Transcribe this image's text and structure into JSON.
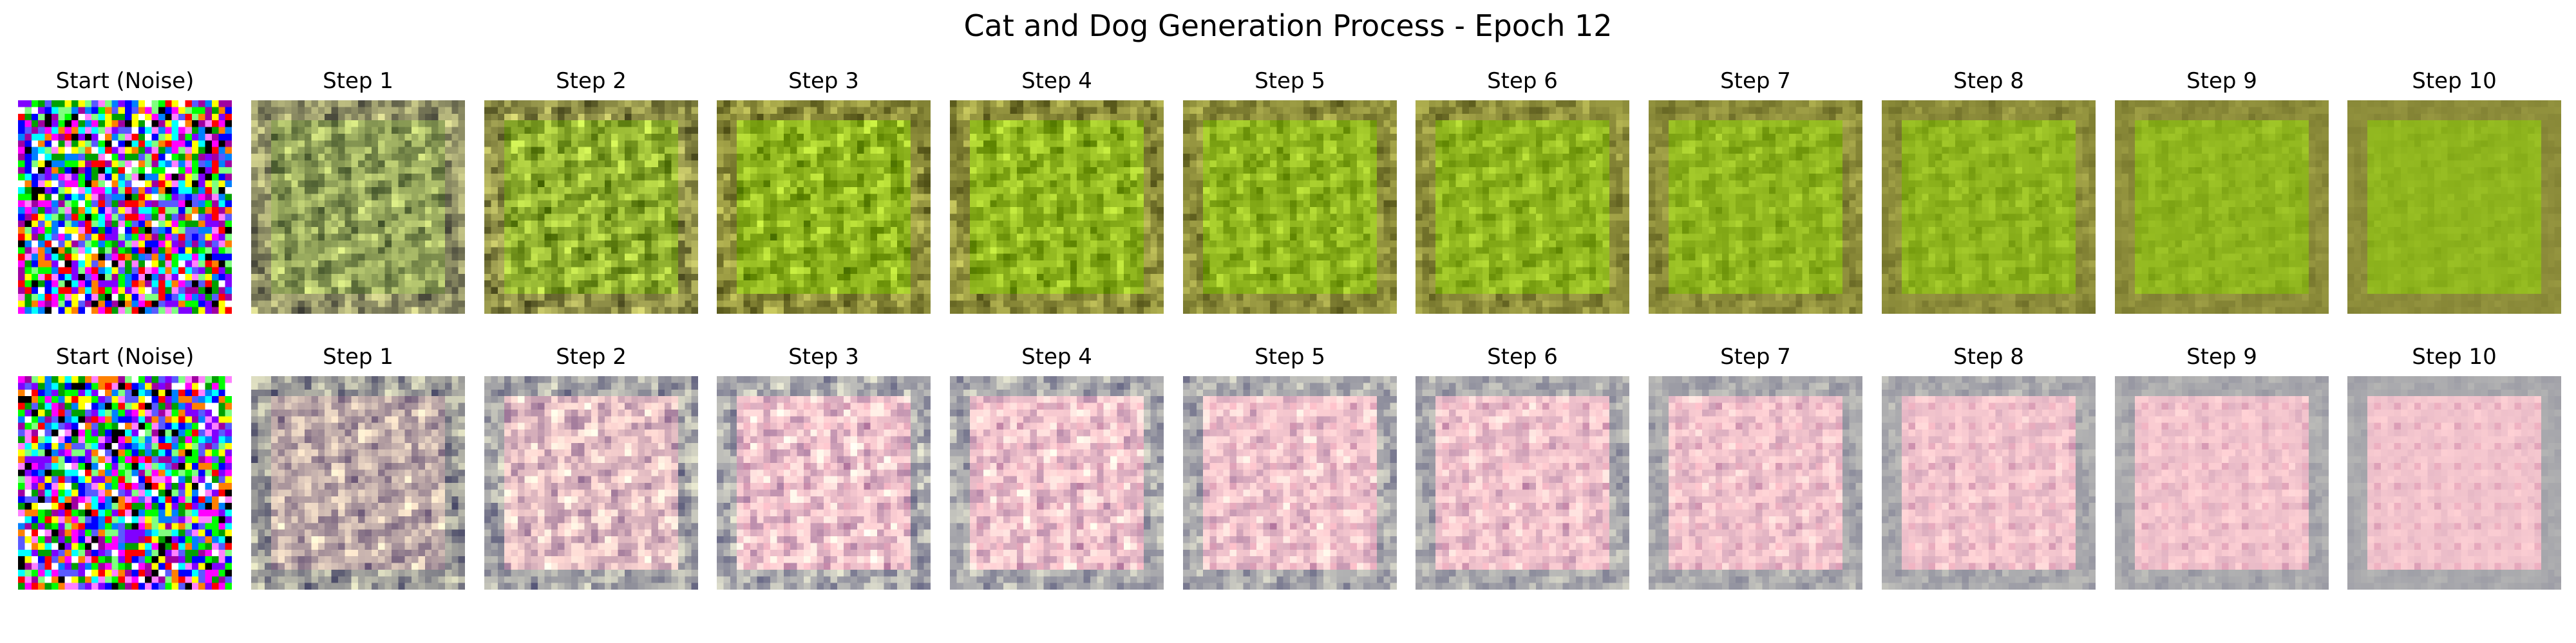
{
  "title": "Cat and Dog Generation Process - Epoch 12",
  "rows": [
    {
      "panels": [
        {
          "label": "Start (Noise)",
          "kind": "noise",
          "seed": 11
        },
        {
          "label": "Step 1",
          "kind": "grass",
          "step": 1,
          "seed": 21
        },
        {
          "label": "Step 2",
          "kind": "grass",
          "step": 2,
          "seed": 22
        },
        {
          "label": "Step 3",
          "kind": "grass",
          "step": 3,
          "seed": 23
        },
        {
          "label": "Step 4",
          "kind": "grass",
          "step": 4,
          "seed": 24
        },
        {
          "label": "Step 5",
          "kind": "grass",
          "step": 5,
          "seed": 25
        },
        {
          "label": "Step 6",
          "kind": "grass",
          "step": 6,
          "seed": 26
        },
        {
          "label": "Step 7",
          "kind": "grass",
          "step": 7,
          "seed": 27
        },
        {
          "label": "Step 8",
          "kind": "grass",
          "step": 8,
          "seed": 28
        },
        {
          "label": "Step 9",
          "kind": "grass",
          "step": 9,
          "seed": 29
        },
        {
          "label": "Step 10",
          "kind": "grass",
          "step": 10,
          "seed": 30
        }
      ]
    },
    {
      "panels": [
        {
          "label": "Start (Noise)",
          "kind": "noise",
          "seed": 41
        },
        {
          "label": "Step 1",
          "kind": "pink",
          "step": 1,
          "seed": 51
        },
        {
          "label": "Step 2",
          "kind": "pink",
          "step": 2,
          "seed": 52
        },
        {
          "label": "Step 3",
          "kind": "pink",
          "step": 3,
          "seed": 53
        },
        {
          "label": "Step 4",
          "kind": "pink",
          "step": 4,
          "seed": 54
        },
        {
          "label": "Step 5",
          "kind": "pink",
          "step": 5,
          "seed": 55
        },
        {
          "label": "Step 6",
          "kind": "pink",
          "step": 6,
          "seed": 56
        },
        {
          "label": "Step 7",
          "kind": "pink",
          "step": 7,
          "seed": 57
        },
        {
          "label": "Step 8",
          "kind": "pink",
          "step": 8,
          "seed": 58
        },
        {
          "label": "Step 9",
          "kind": "pink",
          "step": 9,
          "seed": 59
        },
        {
          "label": "Step 10",
          "kind": "pink",
          "step": 10,
          "seed": 60
        }
      ]
    }
  ],
  "colors": {
    "grass_center": "#8fb51e",
    "grass_border": "#8c8c3a",
    "pink_center": "#f2c4cd",
    "pink_border": "#a9a9ad"
  }
}
